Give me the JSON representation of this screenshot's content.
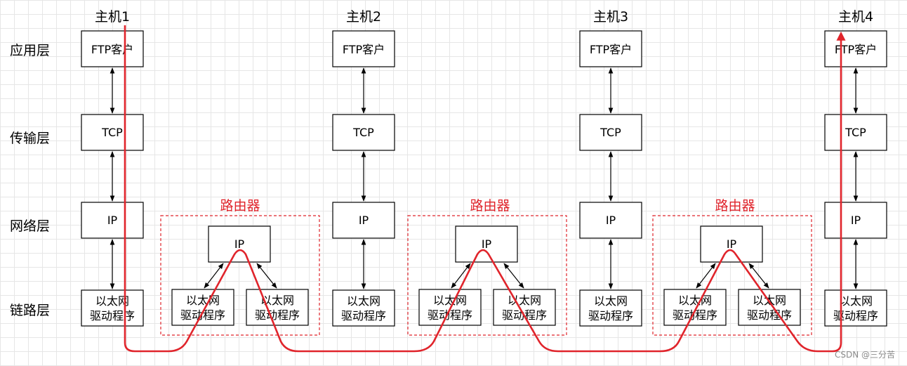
{
  "layers": [
    "应用层",
    "传输层",
    "网络层",
    "链路层"
  ],
  "hosts": [
    {
      "title": "主机1",
      "app": "FTP客户",
      "transport": "TCP",
      "network": "IP",
      "link": [
        "以太网",
        "驱动程序"
      ]
    },
    {
      "title": "主机2",
      "app": "FTP客户",
      "transport": "TCP",
      "network": "IP",
      "link": [
        "以太网",
        "驱动程序"
      ]
    },
    {
      "title": "主机3",
      "app": "FTP客户",
      "transport": "TCP",
      "network": "IP",
      "link": [
        "以太网",
        "驱动程序"
      ]
    },
    {
      "title": "主机4",
      "app": "FTP客户",
      "transport": "TCP",
      "network": "IP",
      "link": [
        "以太网",
        "驱动程序"
      ]
    }
  ],
  "routers": [
    {
      "title": "路由器",
      "network": "IP",
      "link_left": [
        "以太网",
        "驱动程序"
      ],
      "link_right": [
        "以太网",
        "驱动程序"
      ]
    },
    {
      "title": "路由器",
      "network": "IP",
      "link_left": [
        "以太网",
        "驱动程序"
      ],
      "link_right": [
        "以太网",
        "驱动程序"
      ]
    },
    {
      "title": "路由器",
      "network": "IP",
      "link_left": [
        "以太网",
        "驱动程序"
      ],
      "link_right": [
        "以太网",
        "驱动程序"
      ]
    }
  ],
  "watermark": "CSDN @三分苦",
  "colors": {
    "path": "#e0242b",
    "router_border": "#e0242b",
    "grid": "#e6e6e6"
  }
}
